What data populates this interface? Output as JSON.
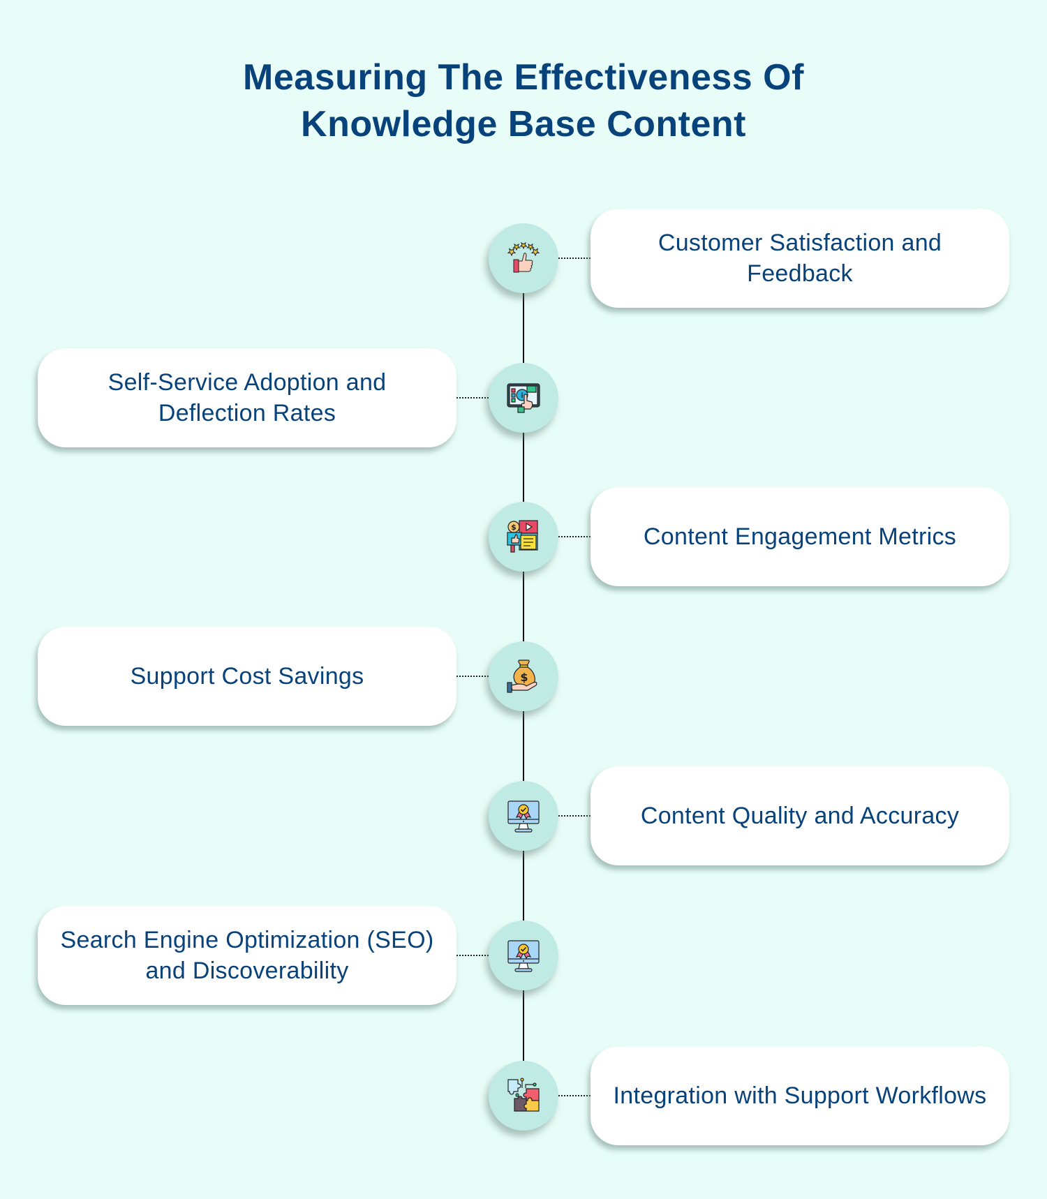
{
  "title": {
    "line1": "Measuring The Effectiveness Of",
    "line2": "Knowledge Base Content"
  },
  "colors": {
    "background": "#e8fdf7",
    "node_fill": "#c0ebe4",
    "text": "#08427a",
    "card": "#ffffff",
    "spine": "#111111"
  },
  "items": [
    {
      "side": "right",
      "label": "Customer Satisfaction and Feedback",
      "icon": "thumbs-up-stars-icon"
    },
    {
      "side": "left",
      "label": "Self-Service Adoption and Deflection Rates",
      "icon": "touchscreen-info-icon"
    },
    {
      "side": "right",
      "label": "Content Engagement Metrics",
      "icon": "social-media-engagement-icon"
    },
    {
      "side": "left",
      "label": "Support Cost Savings",
      "icon": "money-bag-hand-icon"
    },
    {
      "side": "right",
      "label": "Content Quality and Accuracy",
      "icon": "monitor-badge-icon"
    },
    {
      "side": "left",
      "label": "Search Engine Optimization (SEO) and Discoverability",
      "icon": "monitor-badge-icon"
    },
    {
      "side": "right",
      "label": "Integration with Support Workflows",
      "icon": "puzzle-pieces-icon"
    }
  ]
}
